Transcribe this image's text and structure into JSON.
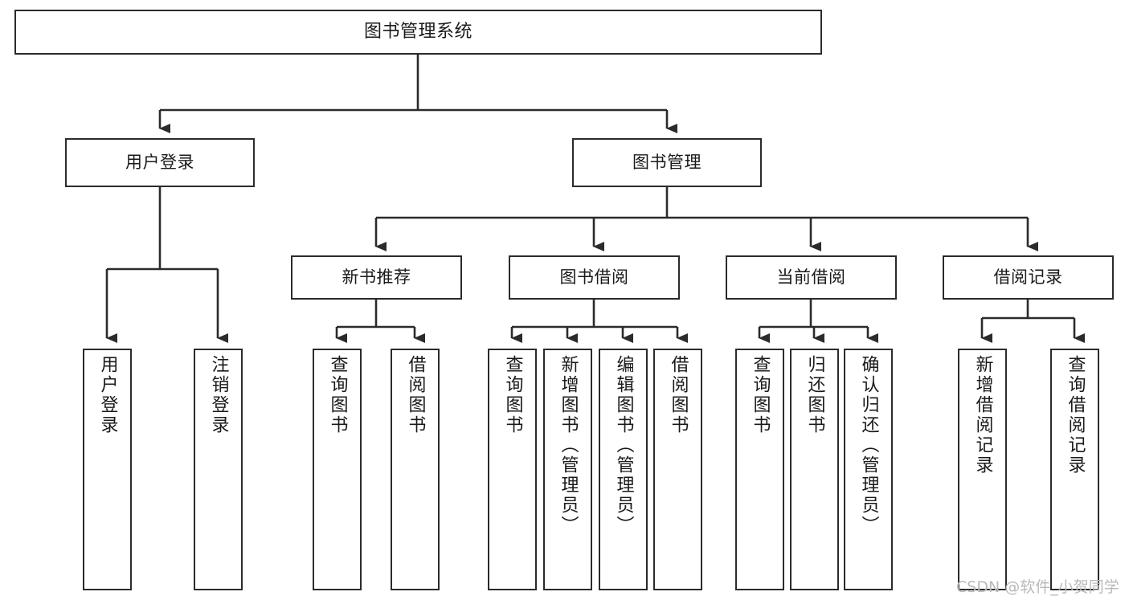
{
  "diagram": {
    "title": "图书管理系统",
    "type": "tree-hierarchy-diagram",
    "colors": {
      "stroke": "#2b2b2b",
      "fill": "#ffffff",
      "text": "#1a1a1a",
      "watermark": "#b9b9b9"
    },
    "nodes": {
      "root": {
        "label": "图书管理系统"
      },
      "level1": [
        {
          "label": "用户登录"
        },
        {
          "label": "图书管理"
        }
      ],
      "level2": [
        {
          "label": "新书推荐"
        },
        {
          "label": "图书借阅"
        },
        {
          "label": "当前借阅"
        },
        {
          "label": "借阅记录"
        }
      ],
      "leaves_user_login": [
        {
          "label": "用户登录"
        },
        {
          "label": "注销登录"
        }
      ],
      "leaves_new_book": [
        {
          "label": "查询图书"
        },
        {
          "label": "借阅图书"
        }
      ],
      "leaves_borrow": [
        {
          "label": "查询图书"
        },
        {
          "label": "新增图书（管理员）"
        },
        {
          "label": "编辑图书（管理员）"
        },
        {
          "label": "借阅图书"
        }
      ],
      "leaves_current": [
        {
          "label": "查询图书"
        },
        {
          "label": "归还图书"
        },
        {
          "label": "确认归还（管理员）"
        }
      ],
      "leaves_records": [
        {
          "label": "新增借阅记录"
        },
        {
          "label": "查询借阅记录"
        }
      ]
    },
    "watermark": "CSDN @软件_小贺同学"
  }
}
